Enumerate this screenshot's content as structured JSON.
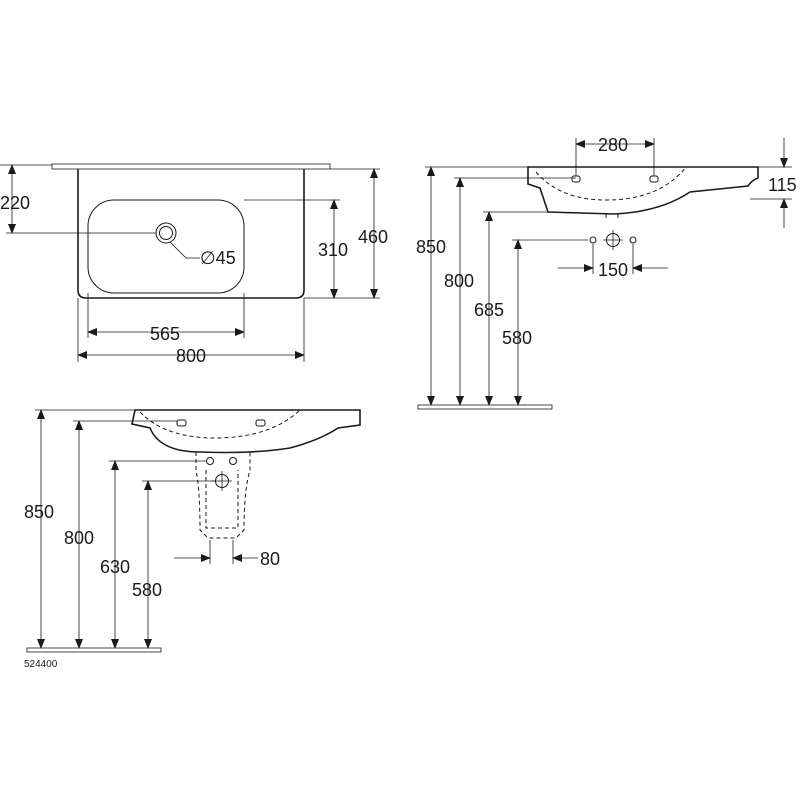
{
  "top_view": {
    "dim_220": "220",
    "dim_310": "310",
    "dim_460": "460",
    "dim_hole": "∅45",
    "dim_565": "565",
    "dim_800": "800"
  },
  "side_view": {
    "dim_280": "280",
    "dim_115": "115",
    "dim_850": "850",
    "dim_800": "800",
    "dim_685": "685",
    "dim_580": "580",
    "dim_150": "150"
  },
  "front_view": {
    "dim_850": "850",
    "dim_800": "800",
    "dim_630": "630",
    "dim_580": "580",
    "dim_80": "80"
  },
  "article_number": "524400"
}
